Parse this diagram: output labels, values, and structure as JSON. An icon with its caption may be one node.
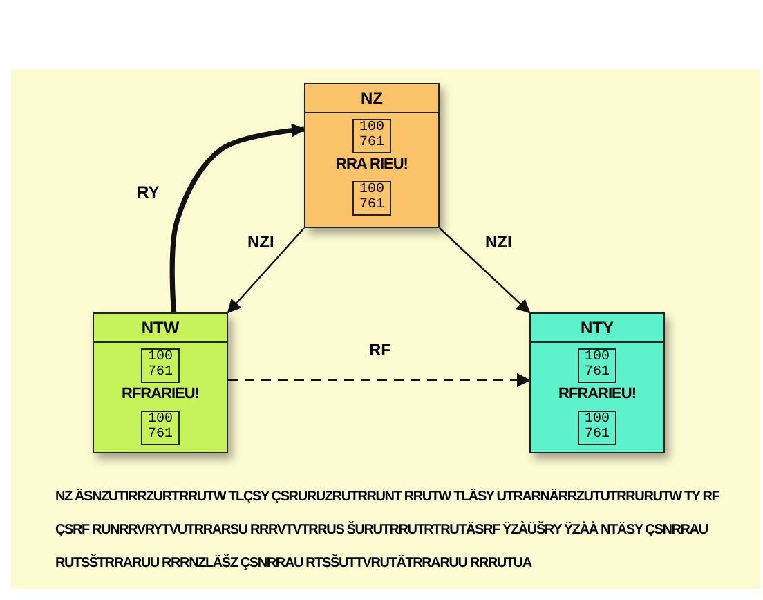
{
  "diagram": {
    "nodes": [
      {
        "text": [
          "NZ",
          "RRA RIEU!"
        ]
      },
      {
        "text": [
          "100 761"
        ],
        "in": 0
      },
      {
        "text": [
          "100 761"
        ],
        "in": 0
      },
      {
        "text": [
          "NTW",
          "RFRARIEU!"
        ]
      },
      {
        "text": [
          "100 761"
        ],
        "in": 3
      },
      {
        "text": [
          "100 761"
        ],
        "in": 3
      },
      {
        "text": [
          "NTY",
          "RFRARIEU!"
        ]
      },
      {
        "text": [
          "100 761"
        ],
        "in": 6
      },
      {
        "text": [
          "100 761"
        ],
        "in": 6
      }
    ],
    "edges": [
      {
        "from": 3,
        "to": 0,
        "arrow": "to",
        "label": "RY",
        "style": "thick"
      },
      {
        "from": 0,
        "to": 3,
        "arrow": "to",
        "label": "NZI"
      },
      {
        "from": 0,
        "to": 6,
        "arrow": "to",
        "label": "NZI"
      },
      {
        "from": 3,
        "to": 6,
        "arrow": "to",
        "label": "RF",
        "style": "dashed"
      }
    ],
    "labels": [
      "NZ ÄSNZUTIRRZURTRRUTW TLÇSY ÇSRURUZRUTRRUNT RRUTW TLÄSY UTRARNÄRRZUTUTRRURUTW TY RF ÇSRF RUNRRVRYTVUTRRARSU RRRVTVTRRUS ŠURUTRRUTRTRUTÄSRF ŸZÀÜŠRY ŸZÀÀ NTÄSY ÇSNRRAU RUTSŠTRRARUU RRRNZLÄŠZ ÇSNRRAU RTSŠUTTVRUTÄTRRARUU RRRUTUA"
    ]
  }
}
